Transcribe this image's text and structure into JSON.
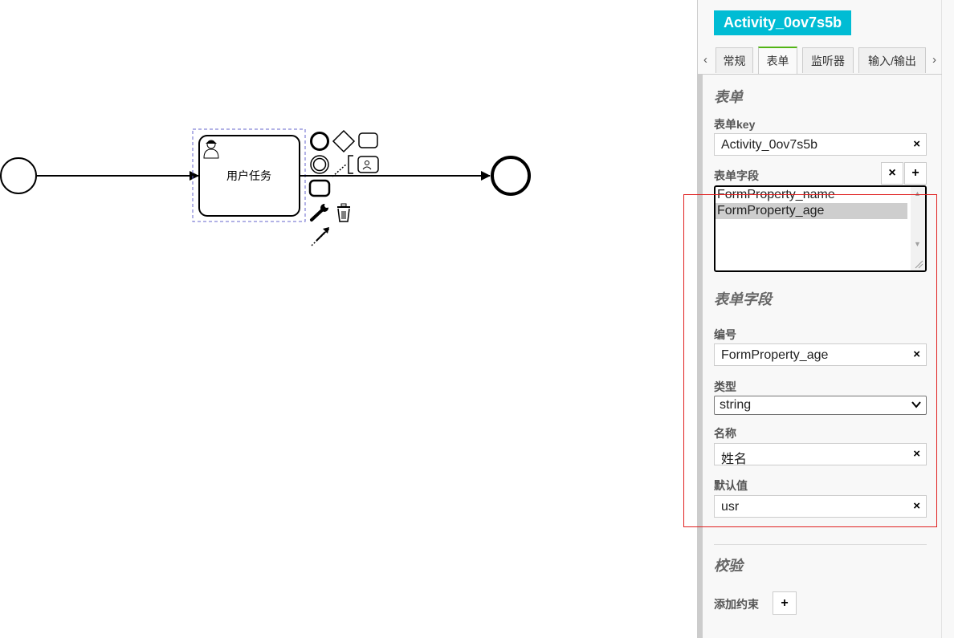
{
  "diagram": {
    "task_label": "用户任务"
  },
  "panel": {
    "element_id": "Activity_0ov7s5b",
    "tabs": [
      {
        "label": "常规",
        "active": false
      },
      {
        "label": "表单",
        "active": true
      },
      {
        "label": "监听器",
        "active": false
      },
      {
        "label": "输入/输出",
        "active": false
      }
    ],
    "form_section": {
      "title": "表单",
      "key_label": "表单key",
      "key_value": "Activity_0ov7s5b",
      "fields_label": "表单字段",
      "fields_options": [
        "FormProperty_name",
        "FormProperty_age"
      ],
      "selected_option": "FormProperty_age"
    },
    "field_section": {
      "title": "表单字段",
      "id_label": "编号",
      "id_value": "FormProperty_age",
      "type_label": "类型",
      "type_value": "string",
      "name_label": "名称",
      "name_value": "姓名",
      "default_label": "默认值",
      "default_value": "usr"
    },
    "validation_section": {
      "title": "校验",
      "add_constraint_label": "添加约束"
    },
    "glyphs": {
      "clear": "×",
      "add": "+",
      "tab_prev": "‹",
      "tab_next": "›"
    }
  },
  "colors": {
    "badge_bg": "#00bcd4",
    "active_tab_border": "#52b415",
    "highlight_box": "#e02020",
    "selection_outline": "#6666cc"
  },
  "icons": [
    "user-icon",
    "trash-icon",
    "wrench-icon",
    "connect-icon",
    "gateway-icon",
    "event-icon"
  ]
}
